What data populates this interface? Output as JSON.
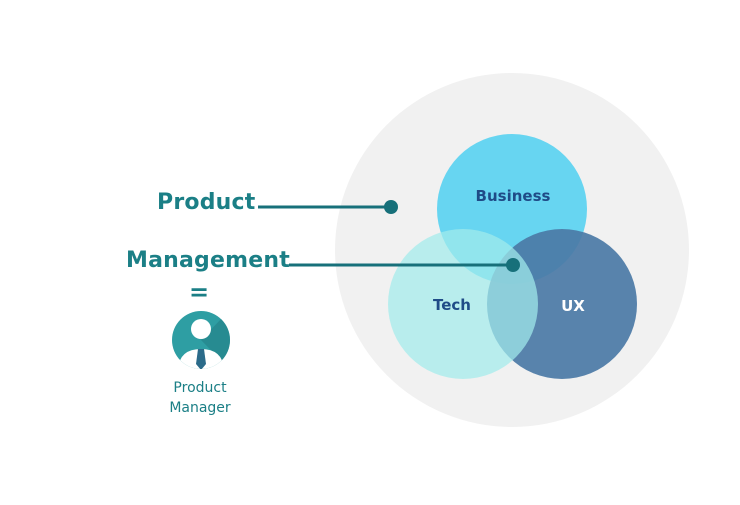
{
  "labels": {
    "product": "Product",
    "management": "Management",
    "equals": "=",
    "role_line1": "Product",
    "role_line2": "Manager"
  },
  "venn": {
    "business": "Business",
    "tech": "Tech",
    "ux": "UX"
  },
  "icons": {
    "avatar": "person-icon"
  },
  "colors": {
    "teal_text": "#1b7f86",
    "connector": "#17707a",
    "outer_circle": "#f1f1f1",
    "business": "#5fd3f0",
    "tech": "#a2ecec",
    "ux": "#4b7aa6",
    "circle_label_dark": "#1f4b87",
    "circle_label_light": "#ffffff",
    "avatar_bg": "#2e9ea3",
    "avatar_shadow": "#237f85"
  }
}
